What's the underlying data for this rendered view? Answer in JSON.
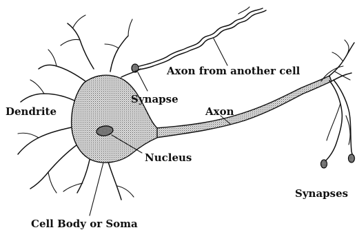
{
  "labels": {
    "dendrite": "Dendrite",
    "synapse": "Synapse",
    "axon_from_another_cell": "Axon from another cell",
    "axon": "Axon",
    "nucleus": "Nucleus",
    "cell_body": "Cell Body or Soma",
    "synapses": "Synapses"
  }
}
